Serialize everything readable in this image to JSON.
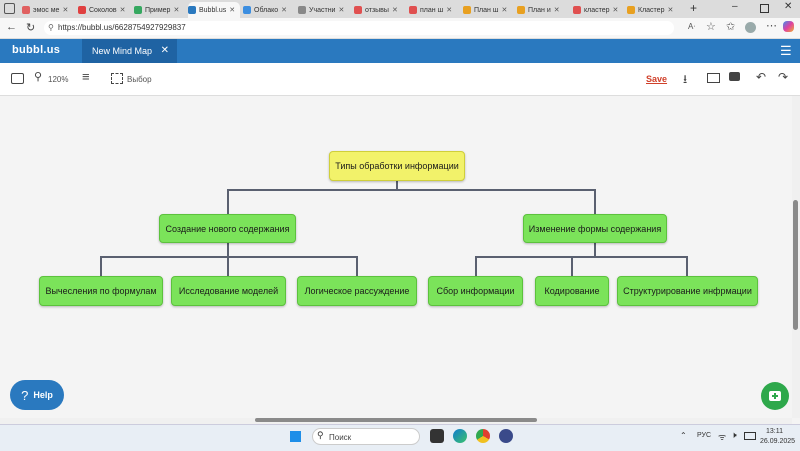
{
  "browser": {
    "tabs": [
      {
        "label": "эмос ме",
        "color": "#e06060"
      },
      {
        "label": "Соколов",
        "color": "#e04040"
      },
      {
        "label": "Пример",
        "color": "#36a860"
      },
      {
        "label": "Bubbl.us",
        "color": "#2a79bf",
        "active": true
      },
      {
        "label": "Облако",
        "color": "#3c8ee0"
      },
      {
        "label": "Участни",
        "color": "#888888"
      },
      {
        "label": "отзывы",
        "color": "#e05050"
      },
      {
        "label": "план ш",
        "color": "#e05050"
      },
      {
        "label": "План ш",
        "color": "#e8a020"
      },
      {
        "label": "План и",
        "color": "#e8a020"
      },
      {
        "label": "кластер",
        "color": "#e05050"
      },
      {
        "label": "Кластер",
        "color": "#e8a020"
      }
    ],
    "url": "https://bubbl.us/6628754927929837"
  },
  "app": {
    "logo": "bubbl.us",
    "doc_tab": "New Mind Map",
    "toolbar": {
      "zoom": "120%",
      "select_label": "Выбор",
      "save_label": "Save"
    },
    "help_label": "Help"
  },
  "mindmap": {
    "root": "Типы обработки информации",
    "branch_left": "Создание нового содержания",
    "branch_right": "Изменение формы содержания",
    "leaves_left": [
      "Вычесления по формулам",
      "Исследование моделей",
      "Логическое рассуждение"
    ],
    "leaves_right": [
      "Сбор информации",
      "Кодирование",
      "Структурирование инфрмации"
    ]
  },
  "taskbar": {
    "search_placeholder": "Поиск",
    "lang": "РУС",
    "time": "13:11",
    "date": "26.09.2025"
  },
  "colors": {
    "accent": "#2a79bf",
    "root_node": "#f2f26a",
    "leaf_node": "#7be35a",
    "add_button": "#2ea84b"
  }
}
